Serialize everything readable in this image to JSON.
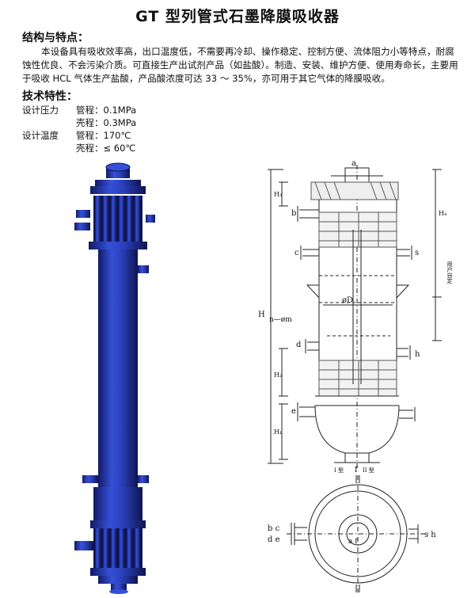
{
  "title": "GT 型列管式石墨降膜吸收器",
  "section1": {
    "heading": "结构与特点：",
    "paragraph": "本设备具有吸收效率高，出口温度低，不需要再冷却、操作稳定、控制方便、流体阻力小等特点，耐腐蚀性优良、不会污染介质。可直接生产出试剂产品（如盐酸）。制造、安装、维护方便、使用寿命长，主要用于吸收 HCL 气体生产盐酸，产品酸浓度可达 33 ～ 35%，亦可用于其它气体的降膜吸收。"
  },
  "section2": {
    "heading": "技术特性：",
    "rows": [
      {
        "label": "设计压力",
        "value": "管程：0.1MPa"
      },
      {
        "label": "",
        "value": "壳程：0.3MPa"
      },
      {
        "label": "设计温度",
        "value": "管程：170℃"
      },
      {
        "label": "",
        "value": "壳程：≤ 60℃"
      }
    ]
  },
  "colors": {
    "equipment_blue": "#2a3fb8",
    "equipment_dark": "#141e6e",
    "line": "#222222"
  },
  "drawing": {
    "label_a": "a",
    "label_b": "b",
    "label_c": "c",
    "label_d": "d",
    "label_e": "e",
    "label_f": "f",
    "label_h": "h",
    "label_s": "s",
    "label_H": "H",
    "label_H1": "H₁",
    "label_H2": "H₂",
    "label_H3": "H₃",
    "label_H4": "H₄",
    "label_D": "øD",
    "label_nm": "n—øm",
    "label_side": "用户自定",
    "label_I": "I 型",
    "label_II": "II 型",
    "plan_left_top": "b c",
    "plan_left_bottom": "d e",
    "plan_right": "s h",
    "plan_center": "a  f"
  }
}
